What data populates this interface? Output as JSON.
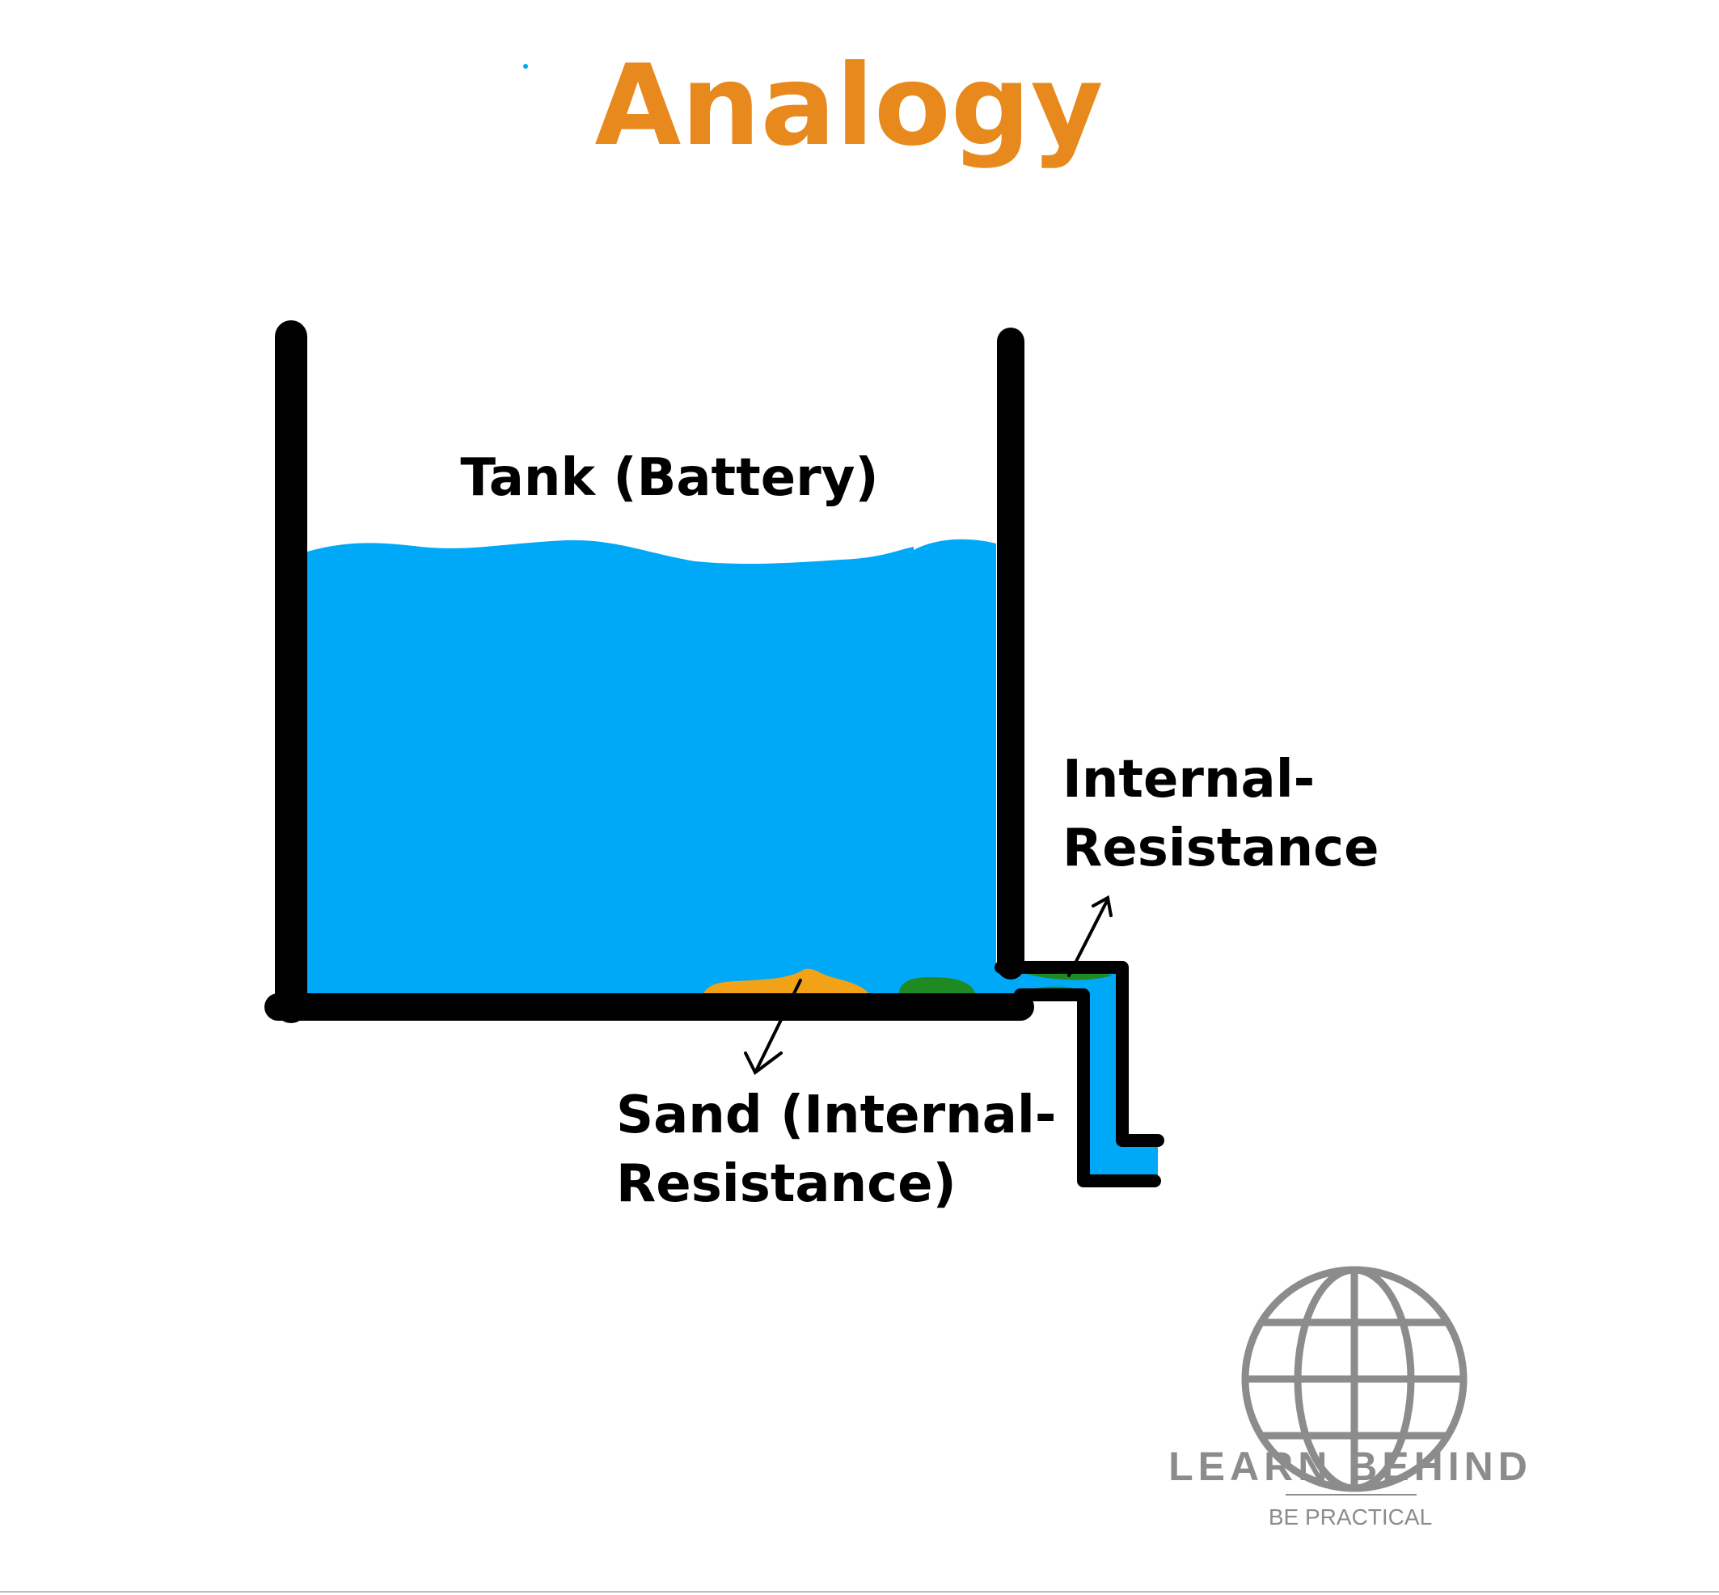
{
  "title": "Analogy",
  "labels": {
    "tank": "Tank (Battery)",
    "outlet_line1": "Internal-",
    "outlet_line2": "Resistance",
    "sand_line1": "Sand (Internal-",
    "sand_line2": "Resistance)"
  },
  "logo": {
    "name": "LEARN BEHIND",
    "tagline": "BE PRACTICAL"
  },
  "colors": {
    "title": "#E8891E",
    "water": "#00A8F8",
    "wall": "#000000",
    "sand": "#F2A216",
    "moss": "#1F8A22",
    "logo": "#8C8C8C"
  }
}
